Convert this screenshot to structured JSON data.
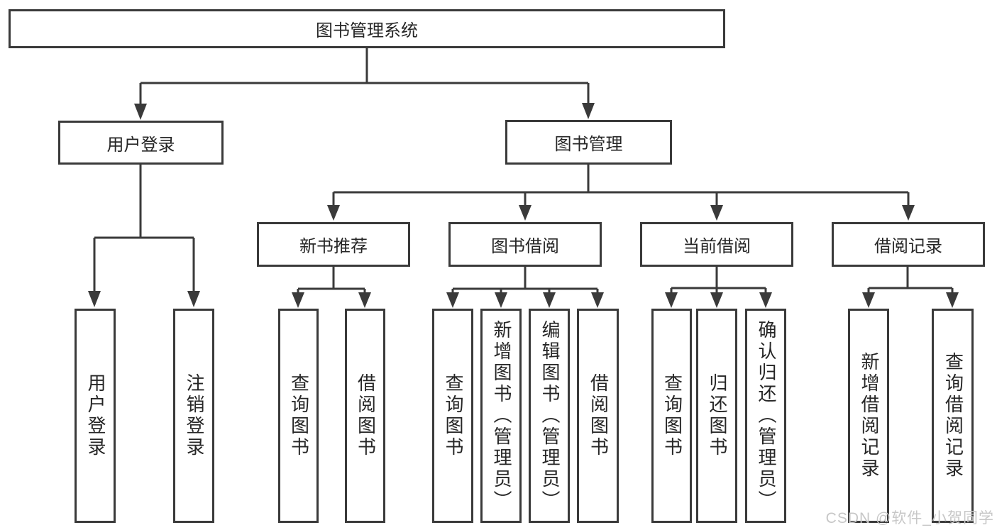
{
  "tree": {
    "root": {
      "label": "图书管理系统"
    },
    "branches": [
      {
        "label": "用户登录",
        "leaves": [
          {
            "label": "用户登录"
          },
          {
            "label": "注销登录"
          }
        ]
      },
      {
        "label": "图书管理",
        "groups": [
          {
            "label": "新书推荐",
            "leaves": [
              {
                "label": "查询图书"
              },
              {
                "label": "借阅图书"
              }
            ]
          },
          {
            "label": "图书借阅",
            "leaves": [
              {
                "label": "查询图书"
              },
              {
                "label": "新增图书（管理员）"
              },
              {
                "label": "编辑图书（管理员）"
              },
              {
                "label": "借阅图书"
              }
            ]
          },
          {
            "label": "当前借阅",
            "leaves": [
              {
                "label": "查询图书"
              },
              {
                "label": "归还图书"
              },
              {
                "label": "确认归还（管理员）"
              }
            ]
          },
          {
            "label": "借阅记录",
            "leaves": [
              {
                "label": "新增借阅记录"
              },
              {
                "label": "查询借阅记录"
              }
            ]
          }
        ]
      }
    ]
  },
  "watermark": {
    "text": "CSDN @软件_小贺同学"
  },
  "colors": {
    "line": "#3a3a3a",
    "text": "#262626",
    "watermark": "#c7c7c7",
    "background": "#ffffff"
  }
}
